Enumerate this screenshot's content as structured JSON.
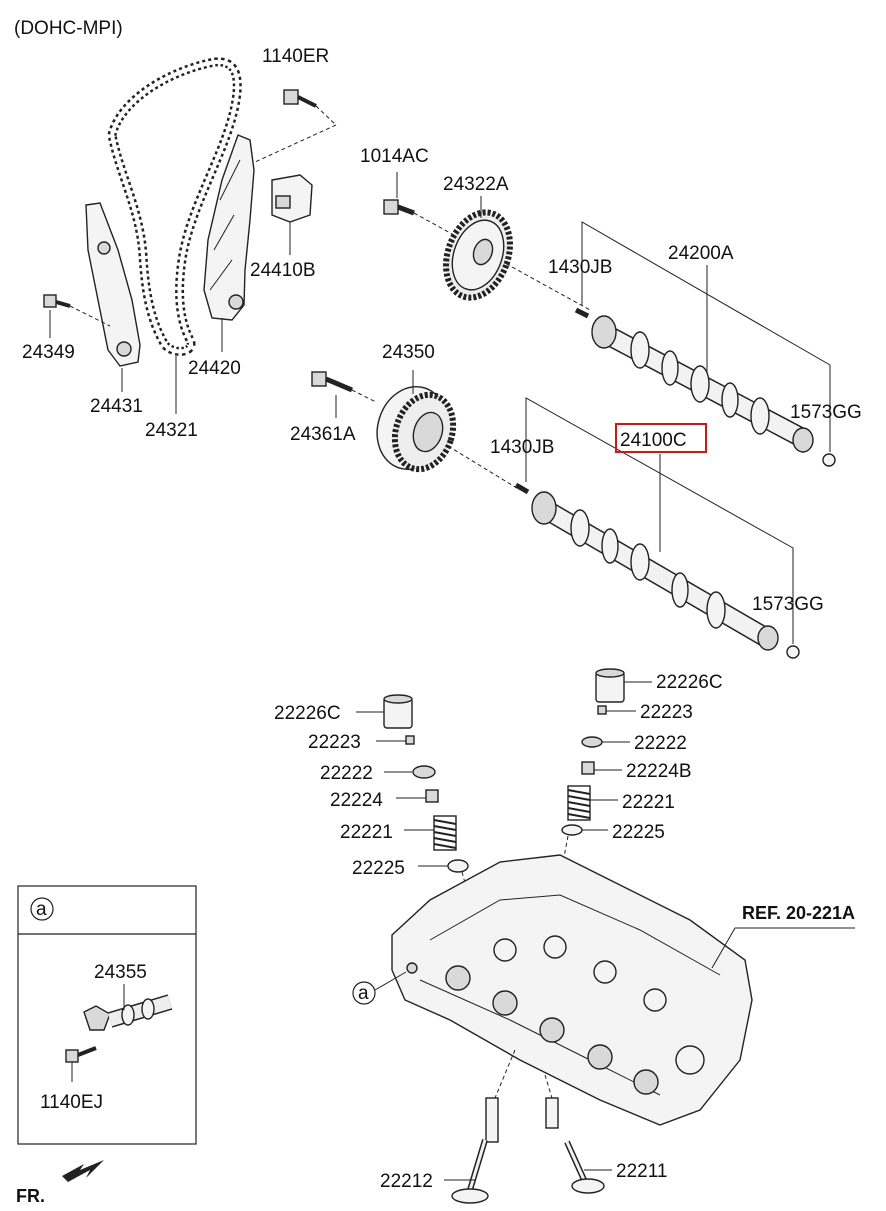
{
  "header": {
    "engine_type": "(DOHC-MPI)"
  },
  "labels": {
    "p1140ER": "1140ER",
    "p1014AC": "1014AC",
    "p24322A": "24322A",
    "p24410B": "24410B",
    "p24200A": "24200A",
    "p1430JB_top": "1430JB",
    "p24349": "24349",
    "p24420": "24420",
    "p24431": "24431",
    "p24321": "24321",
    "p24350": "24350",
    "p24361A": "24361A",
    "p1573GG_top": "1573GG",
    "p24100C": "24100C",
    "p1430JB_bot": "1430JB",
    "p1573GG_bot": "1573GG",
    "p22226C_right": "22226C",
    "p22223_right": "22223",
    "p22222_right": "22222",
    "p22224B": "22224B",
    "p22221_right": "22221",
    "p22225_right": "22225",
    "p22226C_left": "22226C",
    "p22223_left": "22223",
    "p22222_left": "22222",
    "p22224_left": "22224",
    "p22221_left": "22221",
    "p22225_left": "22225",
    "ref": "REF. 20-221A",
    "p22212": "22212",
    "p22211": "22211",
    "inset_marker": "a",
    "inset_part": "24355",
    "inset_bolt": "1140EJ",
    "head_marker": "a",
    "front": "FR."
  },
  "highlight": {
    "part": "24100C",
    "color": "#e01010"
  },
  "icons": [
    "front-direction-arrow-icon",
    "callout-circle-a-icon"
  ]
}
